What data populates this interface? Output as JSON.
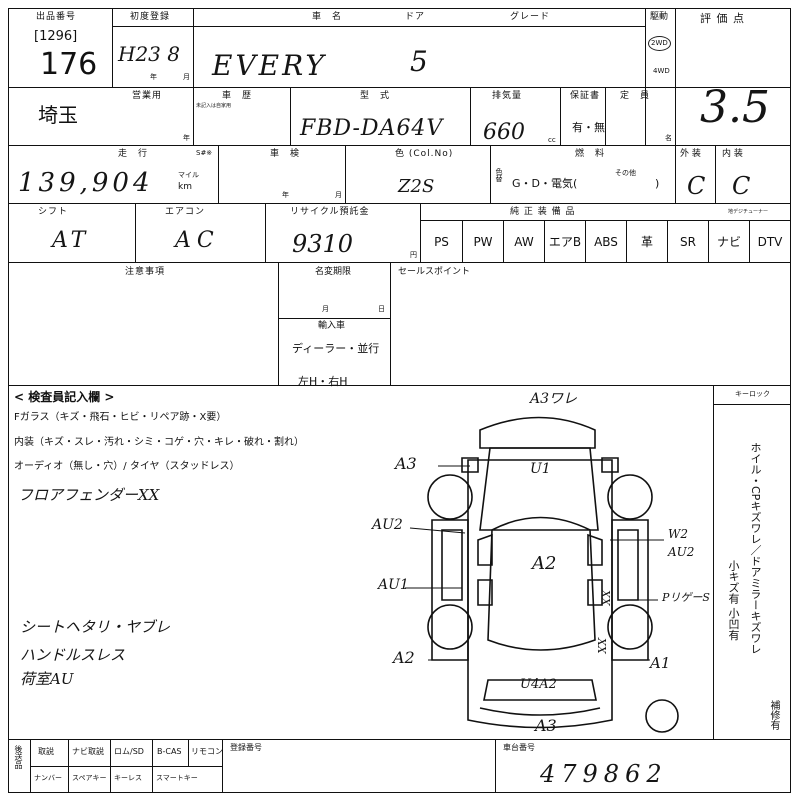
{
  "header": {
    "lot_label": "出品番号",
    "lot_sub": "[1296]",
    "lot_no": "176",
    "first_reg_label": "初度登録",
    "first_reg_value": "H23 8",
    "year_unit": "年",
    "month_unit": "月",
    "car_name_label": "車　名",
    "car_name": "EVERY",
    "door_label": "ドア",
    "doors": "5",
    "grade_label": "グレード",
    "drive_label": "駆動",
    "drive_2wd": "2WD",
    "drive_4wd": "4WD",
    "score_label": "評 価 点",
    "score": "3.5"
  },
  "row2": {
    "region": "埼玉",
    "plate_label": "営業用",
    "history_label": "車　歴",
    "history_sub": "未記入は自家用",
    "model_label": "型　式",
    "model": "FBD-DA64V",
    "displacement_label": "排気量",
    "displacement": "660",
    "cc": "cc",
    "warranty_label": "保証書",
    "warranty_value": "有・無",
    "capacity_label": "定　員",
    "year_unit": "年",
    "person_unit": "名"
  },
  "row3": {
    "mileage_label": "走　行",
    "mileage": "139,904",
    "mile_unit": "マイル",
    "km_unit": "km",
    "s_label": "S#※",
    "inspection_label": "車　検",
    "year_unit": "年",
    "month_unit": "月",
    "color_label": "色 (Col.No)",
    "color_value": "Z2S",
    "color_change_label": "色替",
    "fuel_label": "燃　料",
    "fuel_value": "G・D・電気(",
    "fuel_other": "その他",
    "fuel_close": ")",
    "exterior_label": "外 装",
    "exterior": "C",
    "interior_label": "内 装",
    "interior": "C"
  },
  "row4": {
    "shift_label": "シフト",
    "shift": "AT",
    "ac_label": "エアコン",
    "ac": "AC",
    "recycle_label": "リサイクル預託金",
    "recycle": "9310",
    "yen": "円",
    "equipment_label": "純 正 装 備 品",
    "tv_label": "地デジチューナー",
    "equipment": [
      "PS",
      "PW",
      "AW",
      "エアB",
      "ABS",
      "革",
      "SR",
      "ナビ",
      "DTV"
    ]
  },
  "row5": {
    "notes_label": "注意事項",
    "meigi_label": "名変期限",
    "meigi_month": "月",
    "meigi_day": "日",
    "import_label": "輸入車",
    "dealer_label": "ディーラー・並行",
    "hand_label": "左H・右H",
    "sales_label": "セールスポイント"
  },
  "inspector": {
    "title": "< 検査員記入欄 >",
    "line1": "Fガラス（キズ・飛石・ヒビ・リペア跡・X要）",
    "line2": "内装（キズ・スレ・汚れ・シミ・コゲ・穴・キレ・破れ・割れ）",
    "line3": "オーディオ（無し・穴）/ タイヤ（スタッドレス）",
    "note_a": "フロアフェンダーXX",
    "note_b": "シートヘタリ・ヤブレ",
    "note_c": "ハンドルスレス",
    "note_d": "荷室AU",
    "keylock_label": "キーロック",
    "side_text": "ホイル・CPキズワレ／ドアミラーキズワレ",
    "side_text2": "小キズ有 小凹有",
    "side_text3": "補修有"
  },
  "diagram_marks": {
    "top": "A3ワレ",
    "hood": "U1",
    "front_left": "A3",
    "left_upper": "AU2",
    "left_mid": "AU1",
    "left_lower": "A2",
    "center": "A2",
    "right_upper_a": "W2",
    "right_upper_b": "AU2",
    "right_mid": "PリゲーS",
    "right_x": "XX",
    "right_x2": "XX",
    "right_lower": "A1",
    "rear_low": "U4A2",
    "rear": "A3"
  },
  "footer": {
    "col1": "後送品",
    "col2": "取説",
    "col3": "ナビ取説",
    "col4": "ロム/SD",
    "col5": "B-CAS",
    "col6": "リモコン",
    "col7": "登録番号",
    "col8": "ナンバー",
    "col9": "スペアキー",
    "col10": "キーレス",
    "col11": "スマートキー",
    "chassis_label": "車台番号",
    "chassis": "479862"
  }
}
